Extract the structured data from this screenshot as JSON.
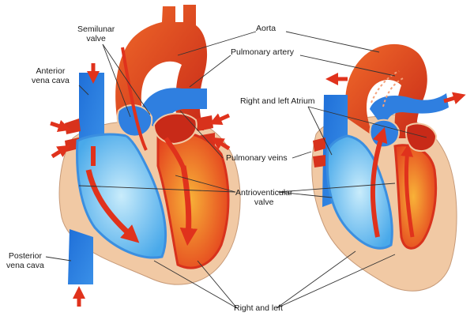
{
  "labels": {
    "aorta": "Aorta",
    "pulmonary_artery": "Pulmonary artery",
    "semilunar_line1": "Semilunar",
    "semilunar_line2": "valve",
    "anterior_line1": "Anterior",
    "anterior_line2": "vena cava",
    "right_left_atrium": "Right and left Atrium",
    "pulmonary_veins": "Pulmonary veins",
    "av_line1": "Antrioventicular",
    "av_line2": "valve",
    "posterior_line1": "Posterior",
    "posterior_line2": "vena cava",
    "right_left": "Right and left"
  },
  "colors": {
    "deoxygenated": "#2f7fe0",
    "deoxygenated_light": "#8fd0f2",
    "oxygenated": "#d8321c",
    "oxygenated_light": "#f5862a",
    "wall": "#f1c9a4",
    "arrow": "#e0321c",
    "leader": "#333333"
  }
}
